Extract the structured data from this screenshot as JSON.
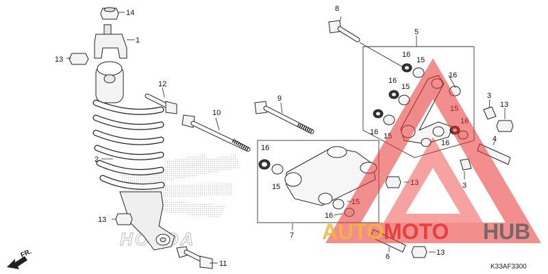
{
  "diagram": {
    "code": "K33AF3300",
    "direction_label": "FR.",
    "callouts": {
      "c1": "1",
      "c2": "2",
      "c3a": "3",
      "c3b": "3",
      "c4": "4",
      "c5": "5",
      "c6": "6",
      "c7": "7",
      "c8": "8",
      "c9": "9",
      "c10": "10",
      "c11": "11",
      "c12": "12",
      "c13a": "13",
      "c13b": "13",
      "c13c": "13",
      "c13d": "13",
      "c13e": "13",
      "c14": "14",
      "c15a": "15",
      "c15b": "15",
      "c15c": "15",
      "c15d": "15",
      "c15e": "15",
      "c15f": "15",
      "c16a": "16",
      "c16b": "16",
      "c16c": "16",
      "c16d": "16",
      "c16e": "16",
      "c16f": "16",
      "c16g": "16",
      "c16h": "16",
      "c16i": "16"
    }
  },
  "watermark": {
    "brand_text": "HONDA",
    "site_auto": "AUTO",
    "site_moto": "MOTO",
    "site_hub": "HUB"
  },
  "colors": {
    "watermark_red": "#e8312f",
    "watermark_yellow": "#f2b63a",
    "watermark_gray": "#606060",
    "honda_dots": "#c8c8c8",
    "part_fill": "#f6f6f6"
  }
}
